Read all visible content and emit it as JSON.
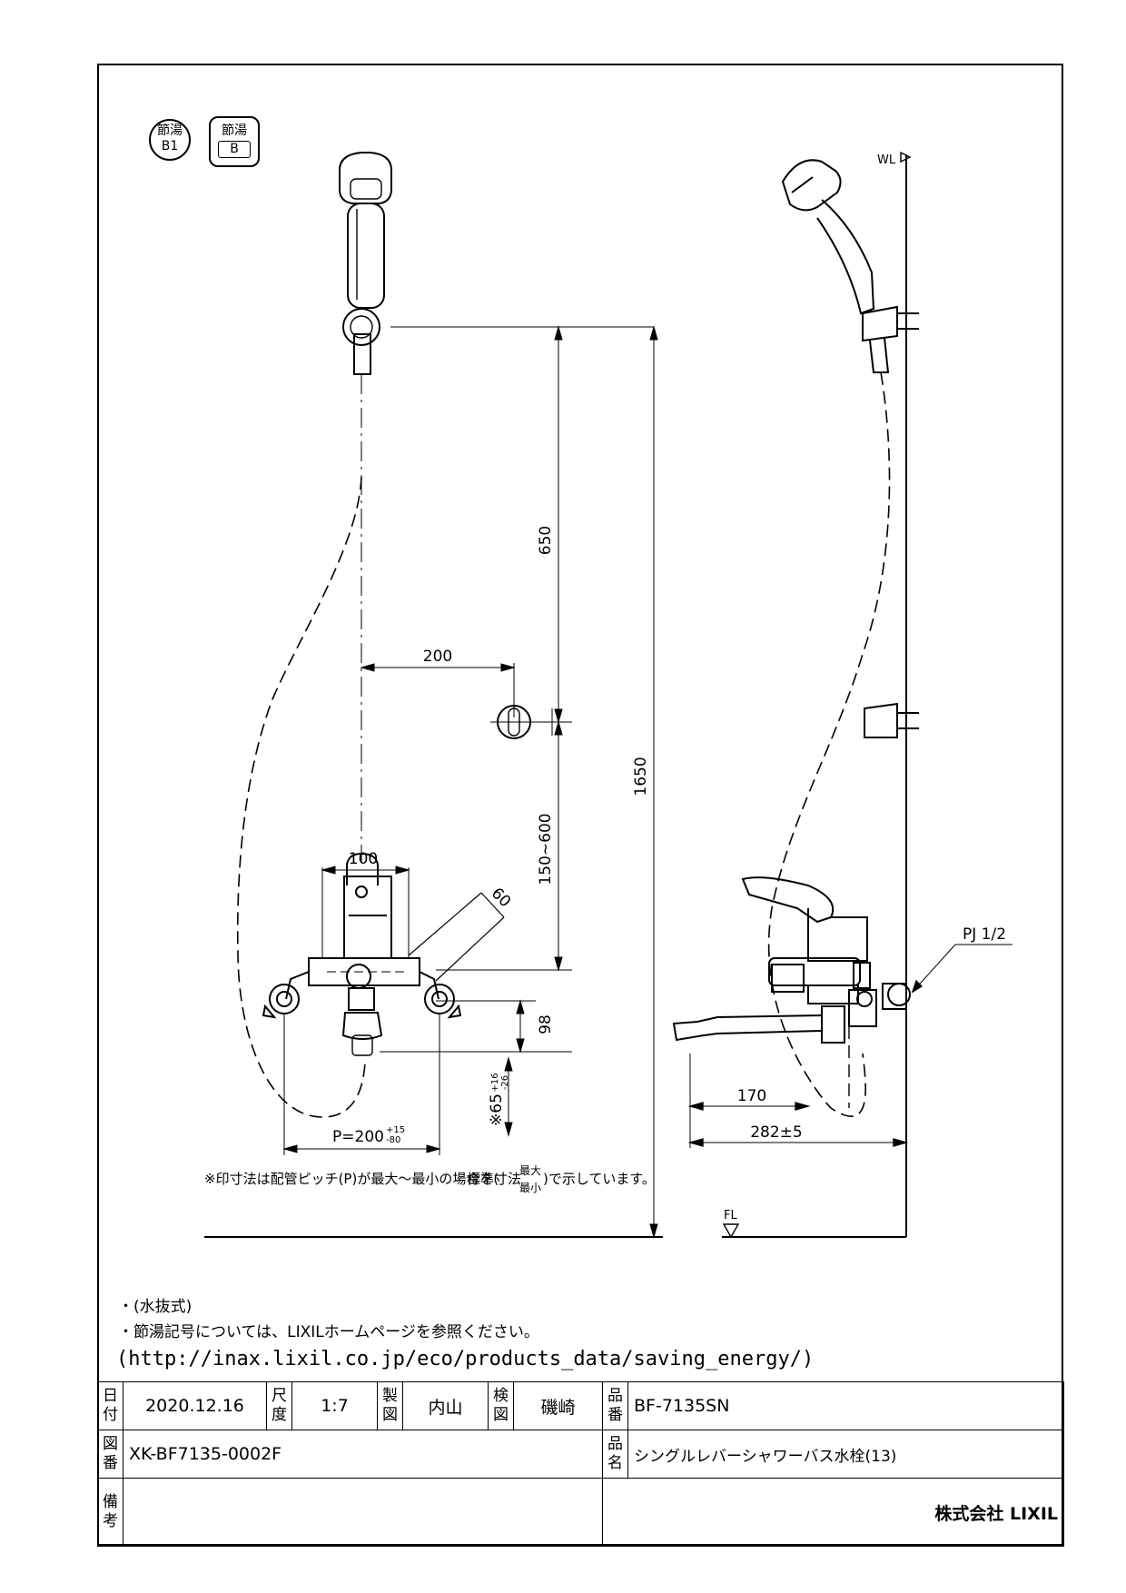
{
  "badges": [
    {
      "line1": "節湯",
      "line2": "B1"
    },
    {
      "line1": "節湯",
      "line2": "B"
    }
  ],
  "dimensions": {
    "d650": "650",
    "d1650": "1650",
    "d200": "200",
    "d100": "100",
    "d60": "60",
    "d150_600": "150~600",
    "d98": "98",
    "d65": "※65",
    "d65_tol_plus": "+16",
    "d65_tol_minus": "-26",
    "p200": "P=200",
    "p200_tol_plus": "+15",
    "p200_tol_minus": "-80",
    "d170": "170",
    "d282": "282±5",
    "pj": "PJ 1/2",
    "wl": "WL",
    "fl": "FL"
  },
  "footnote": {
    "prefix": "※印寸法は配管ピッチ(P)が最大～最小の場合を(",
    "standard": "標準寸法",
    "max": "最大",
    "min": "最小",
    "suffix": ")で示しています。"
  },
  "notes": [
    "・(水抜式)",
    "・節湯記号については、LIXILホームページを参照ください。"
  ],
  "url": "(http://inax.lixil.co.jp/eco/products_data/saving_energy/)",
  "title_block": {
    "date_label": "日付",
    "date": "2020.12.16",
    "scale_label": "尺度",
    "scale": "1:7",
    "drawn_label": "製図",
    "drawn_by": "内山",
    "checked_label": "検図",
    "checked_by": "磯崎",
    "part_no_label": "品番",
    "part_no": "BF-7135SN",
    "drawing_no_label": "図番",
    "drawing_no": "XK-BF7135-0002F",
    "product_name_label": "品名",
    "product_name": "シングルレバーシャワーバス水栓(13)",
    "remarks_label": "備考",
    "company": "株式会社 LIXIL"
  }
}
